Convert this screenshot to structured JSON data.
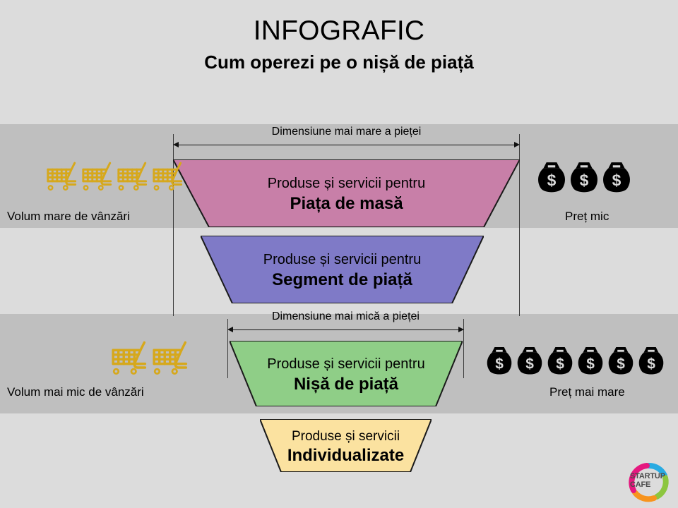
{
  "header": {
    "title": "INFOGRAFIC",
    "subtitle": "Cum operezi pe o nișă de piață"
  },
  "dimensions": {
    "large_market": "Dimensiune mai mare a pieței",
    "small_market": "Dimensiune mai mică a pieței"
  },
  "levels": [
    {
      "line1": "Produse și servicii pentru",
      "line2": "Piața de masă",
      "color": "#c87fa8",
      "stroke": "#1a1a1a"
    },
    {
      "line1": "Produse și servicii pentru",
      "line2": "Segment de piață",
      "color": "#7f7ac7",
      "stroke": "#1a1a1a"
    },
    {
      "line1": "Produse și servicii pentru",
      "line2": "Nișă de piață",
      "color": "#8fce87",
      "stroke": "#1a1a1a"
    },
    {
      "line1": "Produse și servicii",
      "line2": "Individualizate",
      "color": "#fbe2a0",
      "stroke": "#1a1a1a"
    }
  ],
  "captions": {
    "volume_high": "Volum mare de vânzări",
    "volume_low": "Volum mai mic de vânzări",
    "price_low": "Preț mic",
    "price_high": "Preț mai mare"
  },
  "icons": {
    "cart_name": "shopping-cart-icon",
    "cart_color": "#d6a81c",
    "cart_count_top": 4,
    "cart_count_bottom": 2,
    "bag_name": "money-bag-icon",
    "bag_color": "#000000",
    "bag_symbol": "$",
    "bag_count_top": 3,
    "bag_count_bottom": 6
  },
  "logo": {
    "line1": "STARTUP",
    "line2": "CAFE",
    "colors": [
      "#e5187f",
      "#29abe2",
      "#8cc63f",
      "#f7941e"
    ]
  },
  "palette": {
    "background": "#dcdcdc",
    "band": "#bfbfbf"
  }
}
